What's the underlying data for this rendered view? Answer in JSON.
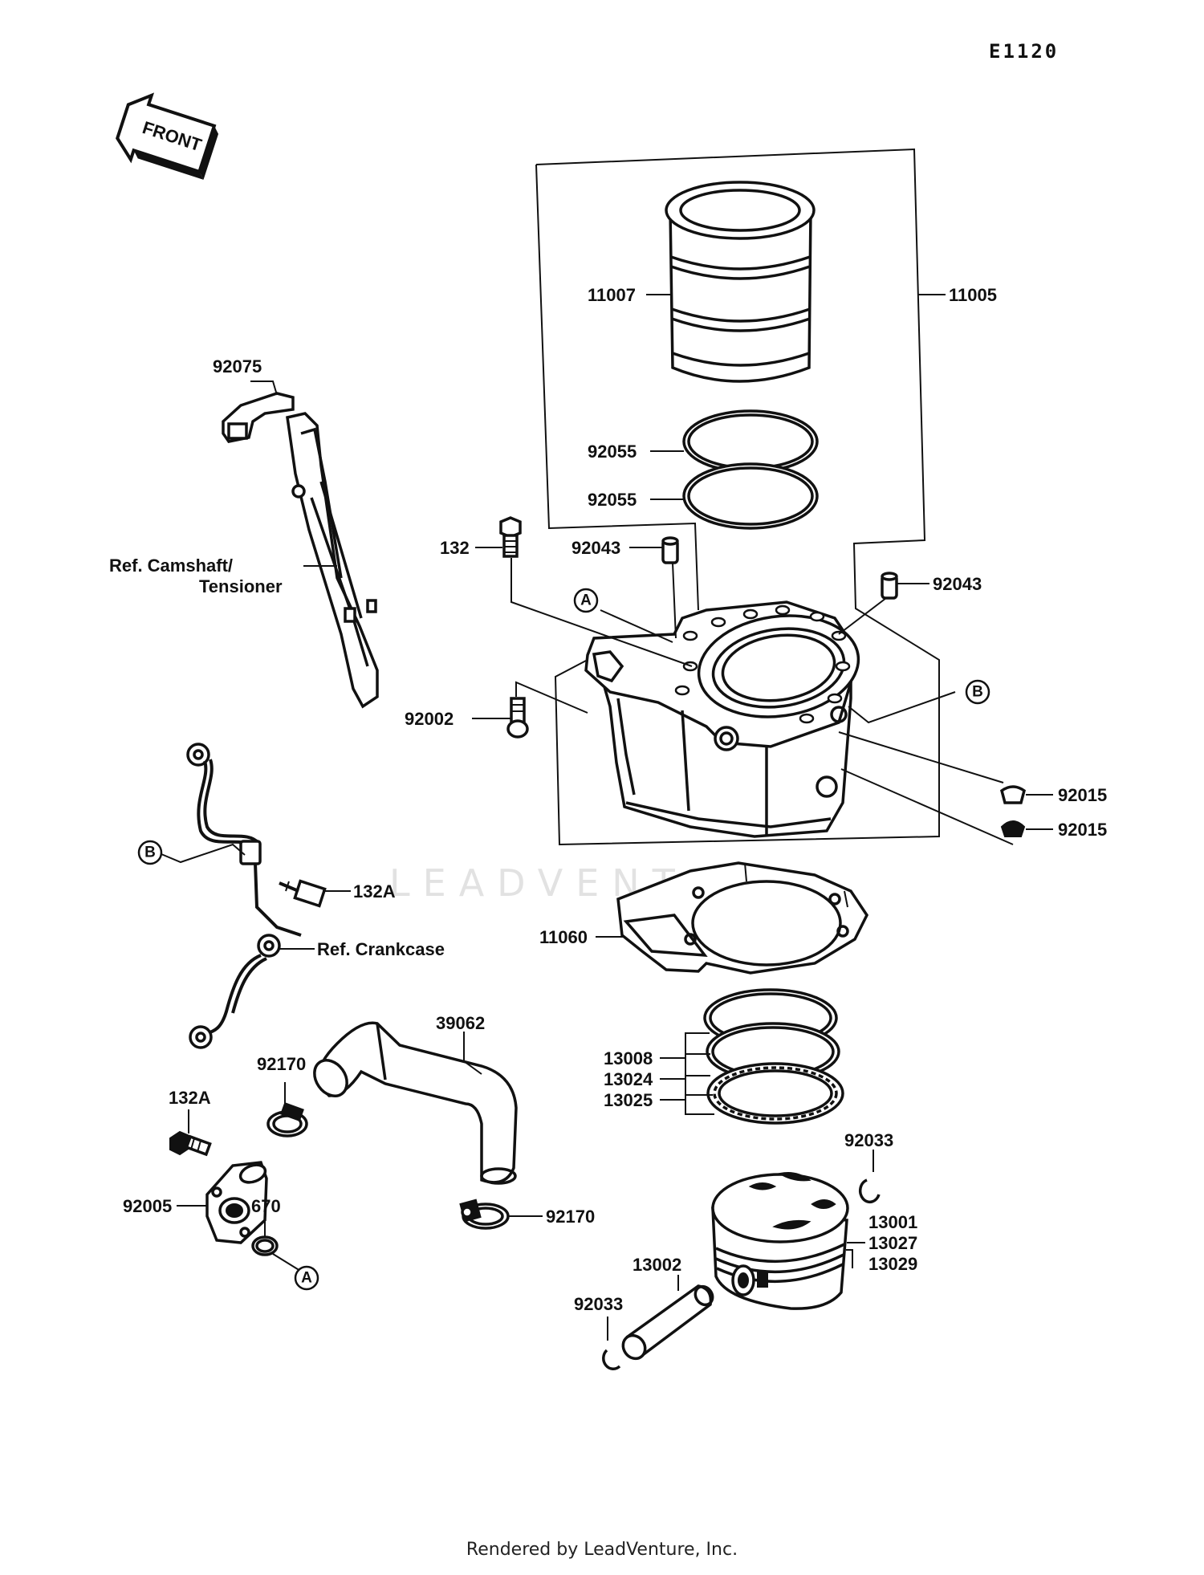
{
  "diagram_code": "E1120",
  "front_label": "FRONT",
  "watermark": "LEADVENTURE",
  "footer": "Rendered by LeadVenture, Inc.",
  "parts": {
    "p11007": "11007",
    "p11005": "11005",
    "p92055_a": "92055",
    "p92055_b": "92055",
    "p92075": "92075",
    "p132": "132",
    "p92043_a": "92043",
    "p92043_b": "92043",
    "p92002": "92002",
    "p92015_a": "92015",
    "p92015_b": "92015",
    "p132A_a": "132A",
    "p11060": "11060",
    "p39062": "39062",
    "p92170_a": "92170",
    "p92170_b": "92170",
    "p13008": "13008",
    "p13024": "13024",
    "p13025": "13025",
    "p132A_b": "132A",
    "p92033_a": "92033",
    "p92033_b": "92033",
    "p92005": "92005",
    "p670": "670",
    "p13001": "13001",
    "p13027": "13027",
    "p13029": "13029",
    "p13002": "13002"
  },
  "references": {
    "camshaft_line1": "Ref. Camshaft/",
    "camshaft_line2": "Tensioner",
    "crankcase": "Ref. Crankcase"
  },
  "markers": {
    "a_top": "A",
    "b_right": "B",
    "b_left": "B",
    "a_bottom": "A"
  }
}
